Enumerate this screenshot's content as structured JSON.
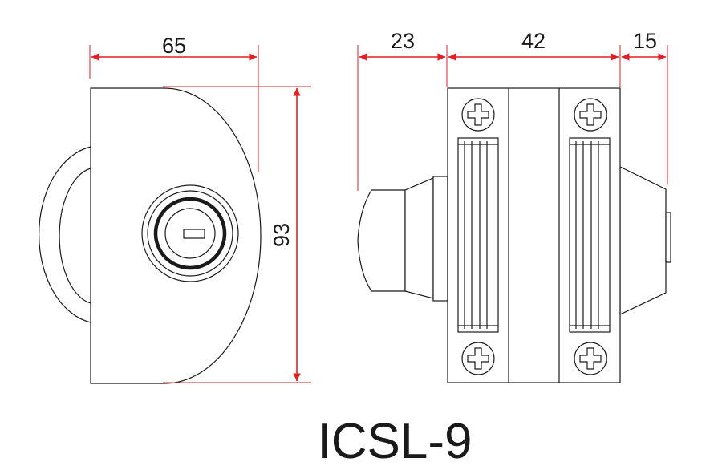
{
  "dimensions": {
    "top_width": "65",
    "height": "93",
    "side_depth": "23",
    "side_body": "42",
    "side_cam": "15"
  },
  "model_label": "ICSL-9",
  "colors": {
    "dimension_line": "#e31e24",
    "outline": "#1a1a1a",
    "background": "#ffffff"
  }
}
